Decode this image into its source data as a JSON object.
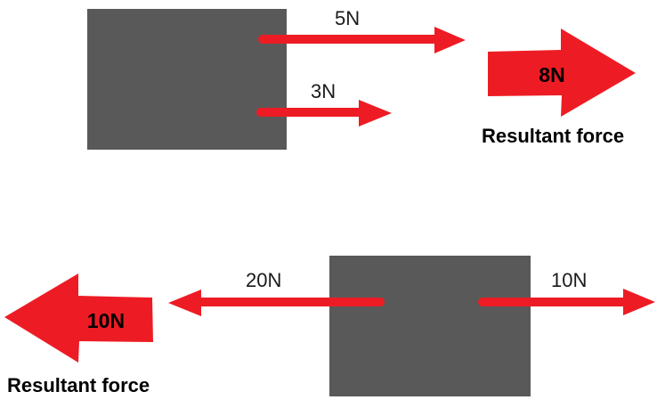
{
  "colors": {
    "arrow": "#ED1C24",
    "block": "#595959",
    "text": "#1A1A1A"
  },
  "scene_top": {
    "block": "grey-block",
    "forces": [
      {
        "label": "5N",
        "direction": "right"
      },
      {
        "label": "3N",
        "direction": "right"
      }
    ],
    "resultant": {
      "label": "8N",
      "direction": "right",
      "caption": "Resultant force"
    }
  },
  "scene_bottom": {
    "block": "grey-block",
    "forces": [
      {
        "label": "20N",
        "direction": "left"
      },
      {
        "label": "10N",
        "direction": "right"
      }
    ],
    "resultant": {
      "label": "10N",
      "direction": "left",
      "caption": "Resultant force"
    }
  }
}
